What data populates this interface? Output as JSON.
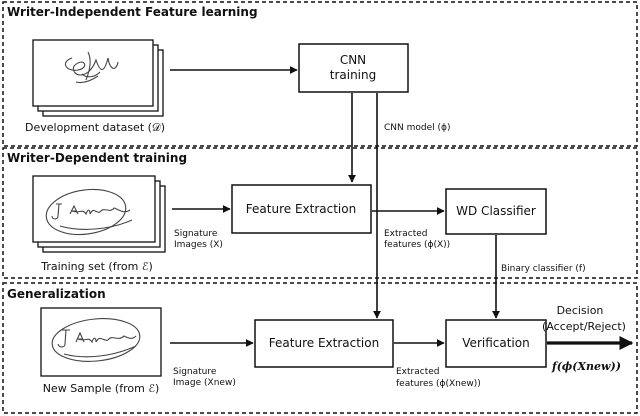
{
  "sections": {
    "wi": {
      "title": "Writer-Independent Feature learning"
    },
    "wd": {
      "title": "Writer-Dependent training"
    },
    "gen": {
      "title": "Generalization"
    }
  },
  "wi": {
    "dataset_label": "Development dataset (𝒟)",
    "cnn_line1": "CNN",
    "cnn_line2": "training",
    "cnn_model_label": "CNN model (ϕ)"
  },
  "wd": {
    "training_set_label": "Training set (from ℰ)",
    "sig_line1": "Signature",
    "sig_line2": "Images (X)",
    "feature_extraction": "Feature Extraction",
    "extracted_line1": "Extracted",
    "extracted_line2": "features (ϕ(X))",
    "classifier": "WD Classifier",
    "binary_label": "Binary classifier (f)"
  },
  "gen": {
    "new_sample_label": "New Sample (from ℰ)",
    "sig_line1": "Signature",
    "sig_line2": "Image (Xnew)",
    "feature_extraction": "Feature Extraction",
    "extracted_line1": "Extracted",
    "extracted_line2": "features (ϕ(Xnew))",
    "verification": "Verification",
    "decision_line1": "Decision",
    "decision_line2": "(Accept/Reject)",
    "formula": "f(ϕ(Xnew))"
  },
  "colors": {
    "line": "#111111",
    "background": "#ffffff"
  },
  "icons": [
    "signature-image-icon",
    "arrow-icon"
  ]
}
